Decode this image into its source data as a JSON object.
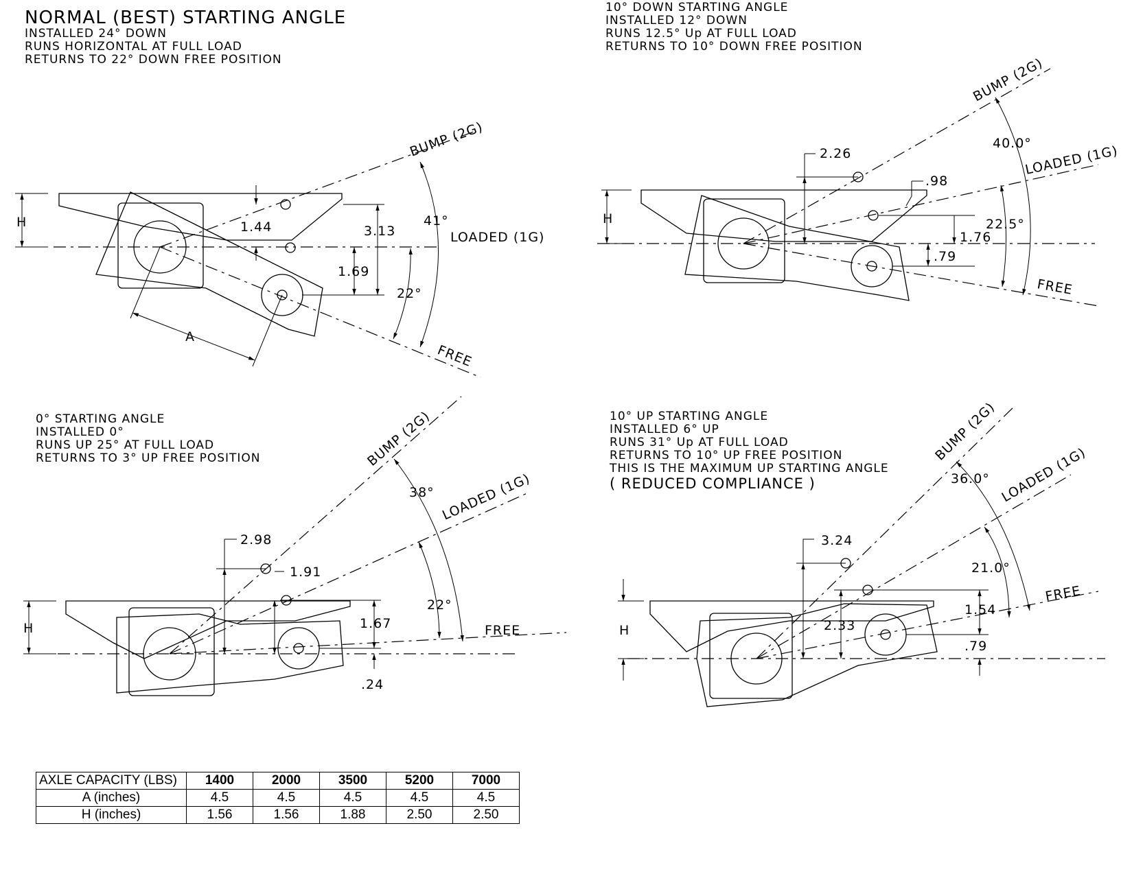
{
  "panels": [
    {
      "heading": "NORMAL (BEST) STARTING ANGLE",
      "notes": [
        "INSTALLED 24° DOWN",
        "RUNS HORIZONTAL AT FULL LOAD",
        "RETURNS TO 22° DOWN FREE POSITION"
      ],
      "labels": {
        "bump": "BUMP (2G)",
        "loaded": "LOADED (1G)",
        "free": "FREE",
        "h": "H",
        "a": "A"
      },
      "dims": {
        "d1": "1.44",
        "d2": "3.13",
        "d3": "1.69",
        "angle1": "41°",
        "angle2": "22°"
      }
    },
    {
      "heading": "10° DOWN STARTING ANGLE",
      "notes": [
        "INSTALLED 12° DOWN",
        "RUNS 12.5° Up AT FULL LOAD",
        "RETURNS TO 10° DOWN FREE POSITION"
      ],
      "labels": {
        "bump": "BUMP (2G)",
        "loaded": "LOADED (1G)",
        "free": "FREE",
        "h": "H"
      },
      "dims": {
        "d1": "2.26",
        "d2": ".98",
        "d3": "1.76",
        "d4": ".79",
        "angle1": "40.0°",
        "angle2": "22.5°"
      }
    },
    {
      "heading": "0° STARTING ANGLE",
      "notes": [
        "INSTALLED 0°",
        "RUNS UP 25° AT FULL LOAD",
        "RETURNS TO 3° UP FREE POSITION"
      ],
      "labels": {
        "bump": "BUMP (2G)",
        "loaded": "LOADED (1G)",
        "free": "FREE",
        "h": "H"
      },
      "dims": {
        "d1": "2.98",
        "d2": "1.91",
        "d3": "1.67",
        "d4": ".24",
        "angle1": "38°",
        "angle2": "22°"
      }
    },
    {
      "heading": "10° UP STARTING ANGLE",
      "notes": [
        "INSTALLED 6° UP",
        "RUNS 31° Up AT FULL LOAD",
        "RETURNS TO 10° UP FREE POSITION",
        "THIS IS THE MAXIMUM UP STARTING ANGLE"
      ],
      "remark": "( REDUCED COMPLIANCE )",
      "labels": {
        "bump": "BUMP (2G)",
        "loaded": "LOADED (1G)",
        "free": "FREE",
        "h": "H"
      },
      "dims": {
        "d1": "3.24",
        "d2": "2.33",
        "d3": "1.54",
        "d4": ".79",
        "angle1": "36.0°",
        "angle2": "21.0°"
      }
    }
  ],
  "table": {
    "header": "AXLE CAPACITY (LBS)",
    "columns": [
      "1400",
      "2000",
      "3500",
      "5200",
      "7000"
    ],
    "rows": [
      {
        "label": "A (inches)",
        "values": [
          "4.5",
          "4.5",
          "4.5",
          "4.5",
          "4.5"
        ]
      },
      {
        "label": "H (inches)",
        "values": [
          "1.56",
          "1.56",
          "1.88",
          "2.50",
          "2.50"
        ]
      }
    ]
  }
}
